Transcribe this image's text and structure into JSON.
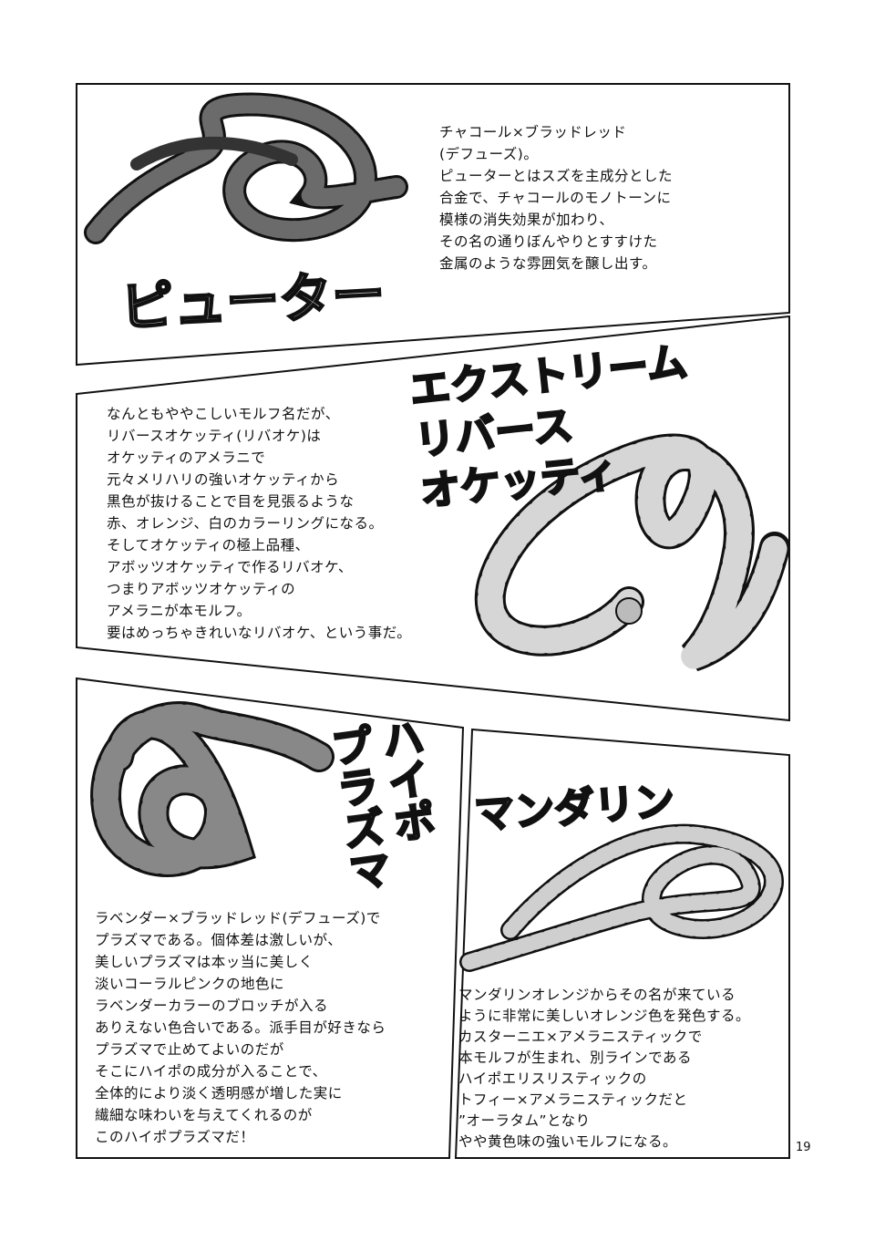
{
  "page_number": "19",
  "panels": [
    {
      "title": "ピューター",
      "body": [
        "チャコール×ブラッドレッド",
        "(デフューズ)。",
        "ピューターとはスズを主成分とした",
        "合金で、チャコールのモノトーンに",
        "模様の消失効果が加わり、",
        "その名の通りぼんやりとすすけた",
        "金属のような雰囲気を醸し出す。"
      ]
    },
    {
      "title": "エクストリーム\nリバース\nオケッティ",
      "body": [
        "なんともややこしいモルフ名だが、",
        "リバースオケッティ(リバオケ)は",
        "オケッティのアメラニで",
        "元々メリハリの強いオケッティから",
        "黒色が抜けることで目を見張るような",
        "赤、オレンジ、白のカラーリングになる。",
        "そしてオケッティの極上品種、",
        "アボッツオケッティで作るリバオケ、",
        "つまりアボッツオケッティの",
        "アメラニが本モルフ。",
        "要はめっちゃきれいなリバオケ、という事だ。"
      ]
    },
    {
      "title": "ハイポ\nプラズマ",
      "body": [
        "ラベンダー×ブラッドレッド(デフューズ)で",
        "プラズマである。個体差は激しいが、",
        "美しいプラズマは本ッ当に美しく",
        "淡いコーラルピンクの地色に",
        "ラベンダーカラーのブロッチが入る",
        "ありえない色合いである。派手目が好きなら",
        "プラズマで止めてよいのだが",
        "そこにハイポの成分が入ることで、",
        "全体的により淡く透明感が増した実に",
        "繊細な味わいを与えてくれるのが",
        "このハイポプラズマだ！"
      ]
    },
    {
      "title": "マンダリン",
      "body": [
        "マンダリンオレンジからその名が来ている",
        "ように非常に美しいオレンジ色を発色する。",
        "カスターニエ×アメラニスティックで",
        "本モルフが生まれ、別ラインである",
        "ハイポエリスリスティックの",
        "トフィー×アメラニスティックだと",
        "”オーラタム”となり",
        "やや黄色味の強いモルフになる。"
      ]
    }
  ]
}
